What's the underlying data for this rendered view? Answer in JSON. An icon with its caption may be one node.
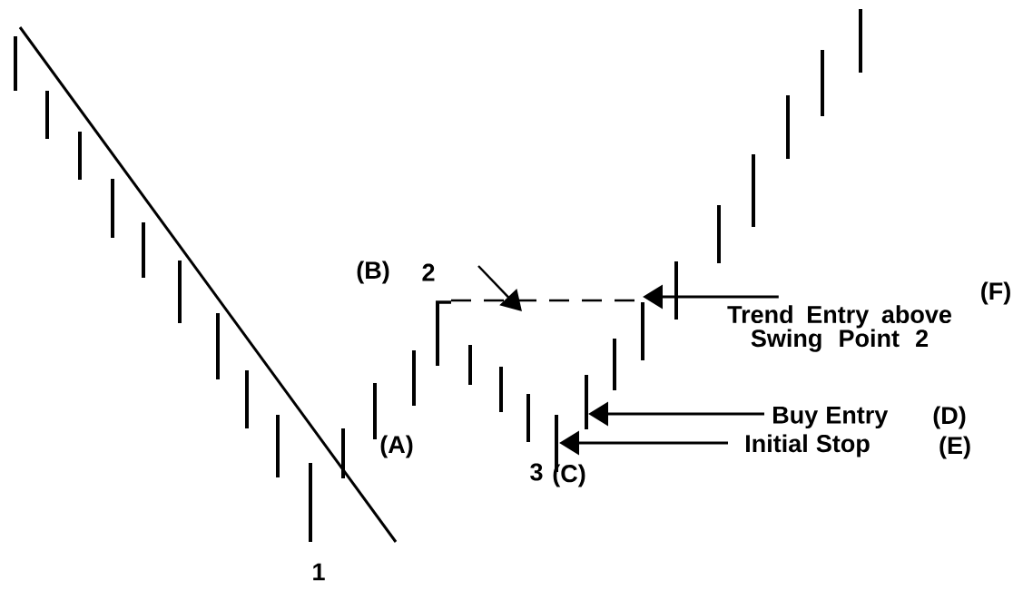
{
  "diagram": {
    "nodes": [
      {
        "text": [
          "Trend Entry above Swing Point 2"
        ]
      },
      {
        "text": [
          "Buy Entry"
        ]
      },
      {
        "text": [
          "Initial Stop"
        ]
      }
    ],
    "edges": [
      {
        "from": 0,
        "to": null,
        "arrow": "to"
      },
      {
        "from": 1,
        "to": null,
        "arrow": "to"
      },
      {
        "from": 2,
        "to": null,
        "arrow": "to"
      }
    ],
    "labels": [
      "(B)",
      "2",
      "(F)",
      "(D)",
      "(A)",
      "(E)",
      "3",
      "(C)",
      "1"
    ]
  }
}
